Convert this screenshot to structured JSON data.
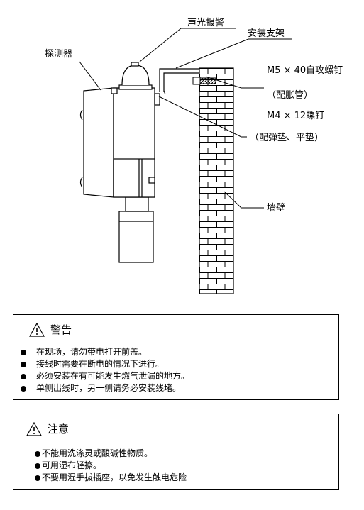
{
  "diagram": {
    "labels": {
      "alarm": "声光报警",
      "bracket": "安装支架",
      "detector": "探测器",
      "screw_m5": "M5 × 40自攻螺钉",
      "expansion_tube": "（配胀管）",
      "screw_m4": "M4 × 12螺钉",
      "washers": "（配弹垫、平垫）",
      "wall": "墙壁"
    }
  },
  "warning": {
    "title": "警告",
    "icon": "warning-triangle-icon",
    "items": [
      "在现场，请勿带电打开前盖。",
      "接线时需要在断电的情况下进行。",
      "必须安装在有可能发生燃气泄漏的地方。",
      "单侧出线时，另一侧请务必安装线堵。"
    ]
  },
  "notice": {
    "title": "注意",
    "icon": "warning-triangle-icon",
    "items": [
      "不能用洗涤灵或酸碱性物质。",
      "可用湿布轻擦。",
      "不要用湿手拔插座，以免发生触电危险"
    ]
  }
}
